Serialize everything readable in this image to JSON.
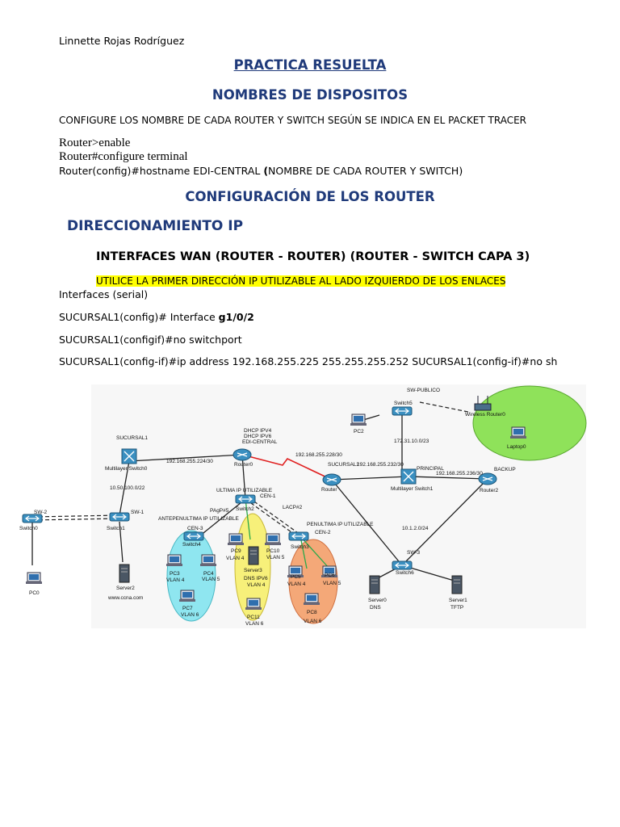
{
  "doc": {
    "author": "Linnette Rojas Rodríguez",
    "title1": "PRACTICA RESUELTA",
    "title2": "NOMBRES DE DISPOSITOS",
    "instruction": "CONFIGURE LOS NOMBRE DE CADA ROUTER Y SWITCH SEGÚN SE INDICA EN EL PACKET TRACER",
    "cmd_enable": "Router>enable",
    "cmd_configure": "Router#configure terminal",
    "cmd_hostname_prefix": "Router(config)#hostname EDI-CENTRAL ",
    "cmd_hostname_paren": "(",
    "cmd_hostname_suffix": "NOMBRE DE CADA ROUTER Y SWITCH)",
    "section_router": "CONFIGURACIÓN DE LOS ROUTER",
    "section_ip": "DIRECCIONAMIENTO IP",
    "section_wan": "INTERFACES WAN (ROUTER - ROUTER) (ROUTER - SWITCH CAPA 3)",
    "highlight_note": "UTILICE LA PRIMER DIRECCIÓN IP UTILIZABLE AL LADO IZQUIERDO DE LOS ENLACES",
    "interfaces_serial": "Interfaces (serial)",
    "cmd_interface_prefix": "SUCURSAL1(config)# Interface ",
    "cmd_interface_bold": "g1/0/2",
    "cmd_noswitchport": "SUCURSAL1(configif)#no switchport",
    "cmd_ipaddress": "SUCURSAL1(config-if)#ip address 192.168.255.225 255.255.255.252 SUCURSAL1(config-if)#no sh"
  },
  "diagram": {
    "sw_publico": "SW-PUBLICO",
    "switch5": "Switch5",
    "wireless_router": "Wireless Router0",
    "pc2": "PC2",
    "laptop0": "Laptop0",
    "net_172": "172.31.10.0/23",
    "dhcp_ipv4": "DHCP IPV4",
    "dhcp_ipv6": "DHCP IPV6",
    "edi_central": "EDI-CENTRAL",
    "router0": "Router0",
    "sucursal1": "SUCURSAL1",
    "multilayer_switch0": "Multilayer Switch0",
    "net_224": "192.168.255.224/30",
    "net_228": "192.168.255.228/30",
    "sucursal2": "SUCURSAL2",
    "net_232": "192.168.255.232/30",
    "principal": "PRINCIPAL",
    "net_236": "192.168.255.236/30",
    "backup": "BACKUP",
    "router_mid": "Router",
    "multilayer_switch1": "Multilayer Switch1",
    "router2": "Router2",
    "net_10_50": "10.50.100.0/22",
    "ultima_ip": "ULTIMA IP UTILIZABLE",
    "cen1": "CEN-1",
    "sw2": "SW-2",
    "sw1": "SW-1",
    "switch0": "Switch0",
    "switch1": "Switch1",
    "antepenultima": "ANTEPENULTIMA IP UTILIZABLE",
    "pagp": "PAgP#5",
    "switch2": "Switch2",
    "lacp": "LACP#2",
    "cen3": "CEN-3",
    "cen2": "CEN-2",
    "switch4": "Switch4",
    "switch3": "Switch3",
    "penultima": "PENULTIMA IP UTILIZABLE",
    "net_10_1": "10.1.2.0/24",
    "sw3": "SW-3",
    "switch6": "Switch6",
    "pc9": "PC9",
    "pc10": "PC10",
    "vlan4": "VLAN 4",
    "vlan5": "VLAN 5",
    "vlan6": "VLAN 6",
    "server3": "Server3",
    "dns_ipv6": "DNS IPV6",
    "pc11": "PC11",
    "pc3": "PC3",
    "pc4": "PC4",
    "pc7": "PC7",
    "pc5": "PC5",
    "pc6": "PC6",
    "pc8": "PC8",
    "pc0": "PC0",
    "server2": "Server2",
    "www": "www.ccna.com",
    "server0": "Server0",
    "dns": "DNS",
    "server1": "Server1",
    "tftp": "TFTP"
  },
  "colors": {
    "heading_blue": "#1f3a7a",
    "highlight": "#ffff00",
    "green_cloud": "#8fe25a",
    "cyan_cloud": "#8fe6f0",
    "yellow_cloud": "#f7f07a",
    "orange_cloud": "#f4a878",
    "serial_red": "#e02020"
  }
}
